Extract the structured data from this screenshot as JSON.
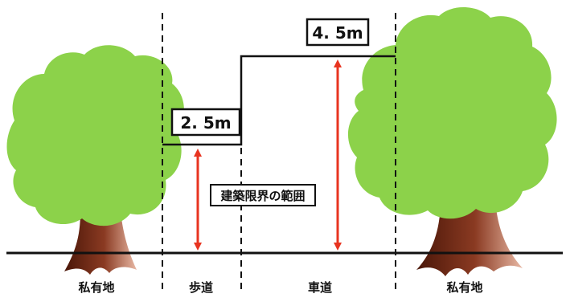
{
  "labels": {
    "private_land_left": "私有地",
    "sidewalk": "歩道",
    "roadway": "車道",
    "private_land_right": "私有地",
    "sidewalk_clearance": "2. 5m",
    "roadway_clearance": "4. 5m",
    "clearance_range": "建築限界の範囲"
  },
  "colors": {
    "foliage": "#8cd24a",
    "trunk_dark": "#4a1608",
    "trunk_light": "#e8b8a4",
    "arrow": "#e83420",
    "line": "#111111"
  },
  "icons": {
    "left_tree": "tree-icon",
    "right_tree": "tree-icon"
  }
}
